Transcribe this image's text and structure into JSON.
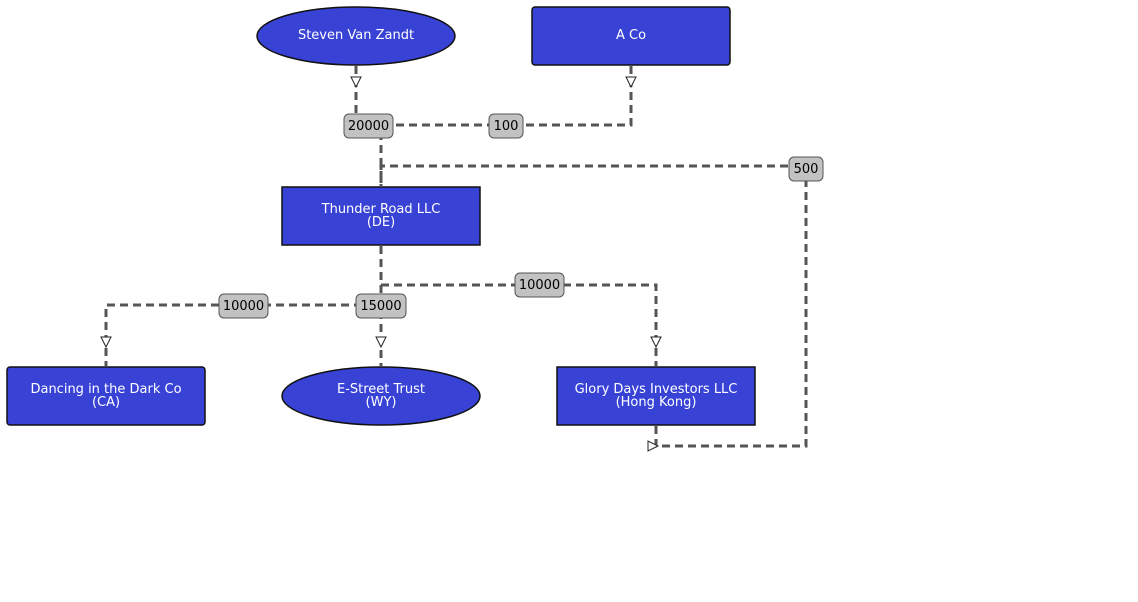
{
  "diagram": {
    "nodes": [
      {
        "id": "steven",
        "lines": [
          "Steven Van Zandt"
        ]
      },
      {
        "id": "aco",
        "lines": [
          "A Co"
        ]
      },
      {
        "id": "thunder",
        "lines": [
          "Thunder Road LLC",
          "(DE)"
        ]
      },
      {
        "id": "dancing",
        "lines": [
          "Dancing in the Dark Co",
          "(CA)"
        ]
      },
      {
        "id": "estreet",
        "lines": [
          "E-Street Trust",
          "(WY)"
        ]
      },
      {
        "id": "glory",
        "lines": [
          "Glory Days Investors LLC",
          "(Hong Kong)"
        ]
      }
    ],
    "edges": [
      {
        "id": "steven-thunder",
        "from": "steven",
        "to": "thunder",
        "label": "20000"
      },
      {
        "id": "aco-thunder",
        "from": "aco",
        "to": "thunder",
        "label": "100"
      },
      {
        "id": "glory-thunder",
        "from": "glory",
        "to": "thunder",
        "label": "500"
      },
      {
        "id": "thunder-dancing",
        "from": "thunder",
        "to": "dancing",
        "label": "10000"
      },
      {
        "id": "thunder-estreet",
        "from": "thunder",
        "to": "estreet",
        "label": "15000"
      },
      {
        "id": "thunder-glory",
        "from": "thunder",
        "to": "glory",
        "label": "10000"
      }
    ]
  },
  "colors": {
    "node_fill": "#3843d6",
    "node_text": "#ffffff",
    "edge": "#555555",
    "label_fill": "#c2c2c2"
  }
}
